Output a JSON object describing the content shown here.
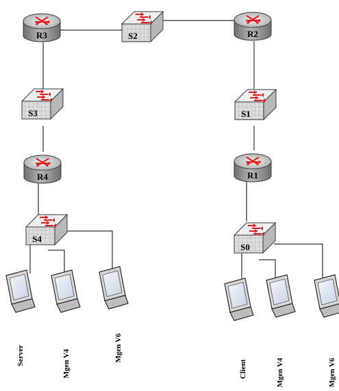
{
  "routers": [
    {
      "id": "R3",
      "label": "R3"
    },
    {
      "id": "R2",
      "label": "R2"
    },
    {
      "id": "R4",
      "label": "R4"
    },
    {
      "id": "R1",
      "label": "R1"
    }
  ],
  "switches": [
    {
      "id": "S2",
      "label": "S2"
    },
    {
      "id": "S3",
      "label": "S3"
    },
    {
      "id": "S1",
      "label": "S1"
    },
    {
      "id": "S4",
      "label": "S4"
    },
    {
      "id": "S0",
      "label": "S0"
    }
  ],
  "hosts": [
    {
      "id": "server",
      "label": "Server"
    },
    {
      "id": "mgen-v4-left",
      "label": "Mgen V4"
    },
    {
      "id": "mgen-v6-left",
      "label": "Mgen V6"
    },
    {
      "id": "client",
      "label": "Client"
    },
    {
      "id": "mgen-v4-right",
      "label": "Mgen V4"
    },
    {
      "id": "mgen-v6-right",
      "label": "Mgen V6"
    }
  ],
  "links": [
    [
      "R3",
      "S2"
    ],
    [
      "S2",
      "R2"
    ],
    [
      "R3",
      "S3"
    ],
    [
      "S3",
      "R4"
    ],
    [
      "R4",
      "S4"
    ],
    [
      "R2",
      "S1"
    ],
    [
      "S1",
      "R1"
    ],
    [
      "R1",
      "S0"
    ],
    [
      "S4",
      "server"
    ],
    [
      "S4",
      "mgen-v4-left"
    ],
    [
      "S4",
      "mgen-v6-left"
    ],
    [
      "S0",
      "client"
    ],
    [
      "S0",
      "mgen-v4-right"
    ],
    [
      "S0",
      "mgen-v6-right"
    ]
  ],
  "colors": {
    "router_body": "#8c8c8c",
    "router_top": "#dcdcdc",
    "switch_body": "#d9d9d9",
    "arrow": "#e02020",
    "monitor_screen": "#dfe6f2"
  }
}
